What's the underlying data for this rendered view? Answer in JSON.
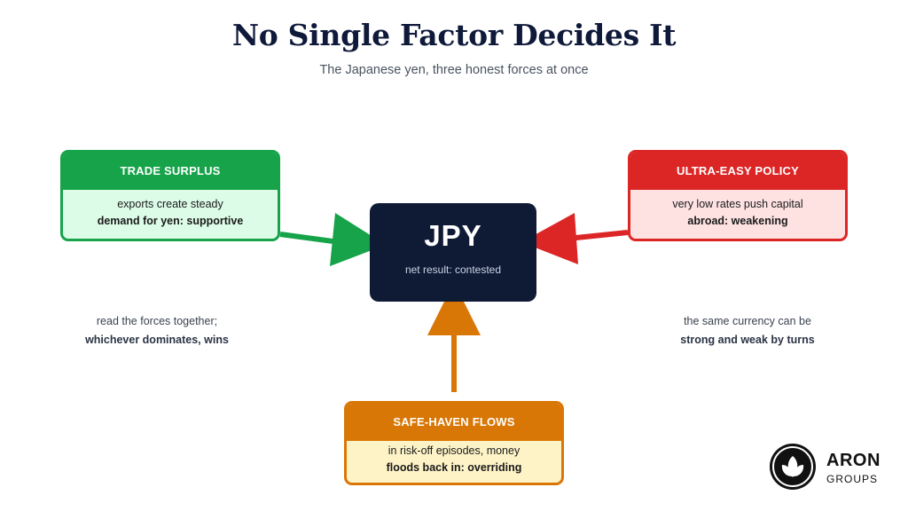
{
  "title": "No Single Factor Decides It",
  "subtitle": "The Japanese yen, three honest forces at once",
  "center": {
    "label": "JPY",
    "sublabel": "net result: contested"
  },
  "forces": {
    "trade": {
      "title": "TRADE SURPLUS",
      "line1": "exports create steady",
      "line2": "demand for yen: supportive",
      "color": "#16a34a"
    },
    "policy": {
      "title": "ULTRA-EASY POLICY",
      "line1": "very low rates push capital",
      "line2": "abroad: weakening",
      "color": "#dc2626"
    },
    "haven": {
      "title": "SAFE-HAVEN FLOWS",
      "line1": "in risk-off episodes, money",
      "line2": "floods back in: overriding",
      "color": "#d97706"
    }
  },
  "notes": {
    "left": {
      "line1": "read the forces together;",
      "line2": "whichever dominates, wins"
    },
    "right": {
      "line1": "the same currency can be",
      "line2": "strong and weak by turns"
    }
  },
  "logo": {
    "name": "ARON",
    "sub": "GROUPS"
  }
}
